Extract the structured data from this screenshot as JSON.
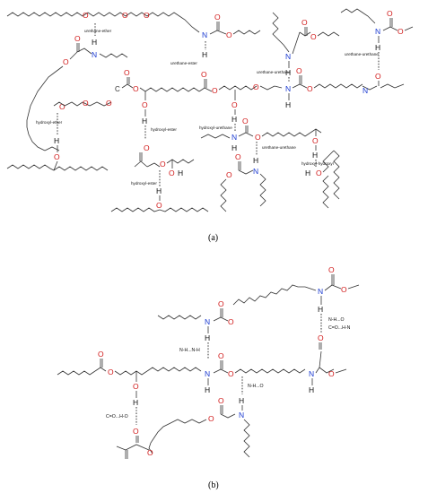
{
  "panel_a": {
    "caption": "(a)",
    "labels": {
      "urethane_ether": "urethane-ether",
      "urethane_ester": "urethane-ester",
      "urethane_urethane_1": "urethane-urethane",
      "urethane_urethane_2": "urethane-urethane",
      "urethane_urethane_3": "urethane-urethane",
      "hydroxyl_ether": "hydroxyl-ether",
      "hydroxyl_ester_1": "hydroxyl-ester",
      "hydroxyl_ester_2": "hydroxyl-ester",
      "hydroxyl_urethane": "hydroxyl-urethane",
      "hydroxyl_hydroxyl": "hydroxyl-hydroxyl"
    }
  },
  "panel_b": {
    "caption": "(b)",
    "labels": {
      "nh_o_top": "N-H...O",
      "co_hn": "C=O...H-N",
      "nh_nh": "N-H...N-H",
      "nh_o_mid": "N-H...O",
      "co_ho": "C=O...H-O"
    }
  },
  "atoms": {
    "O": "O",
    "N": "N",
    "H": "H",
    "C": "C"
  },
  "colors": {
    "oxygen": "#d11a1a",
    "nitrogen": "#1a3ad1",
    "bond": "#333333"
  }
}
